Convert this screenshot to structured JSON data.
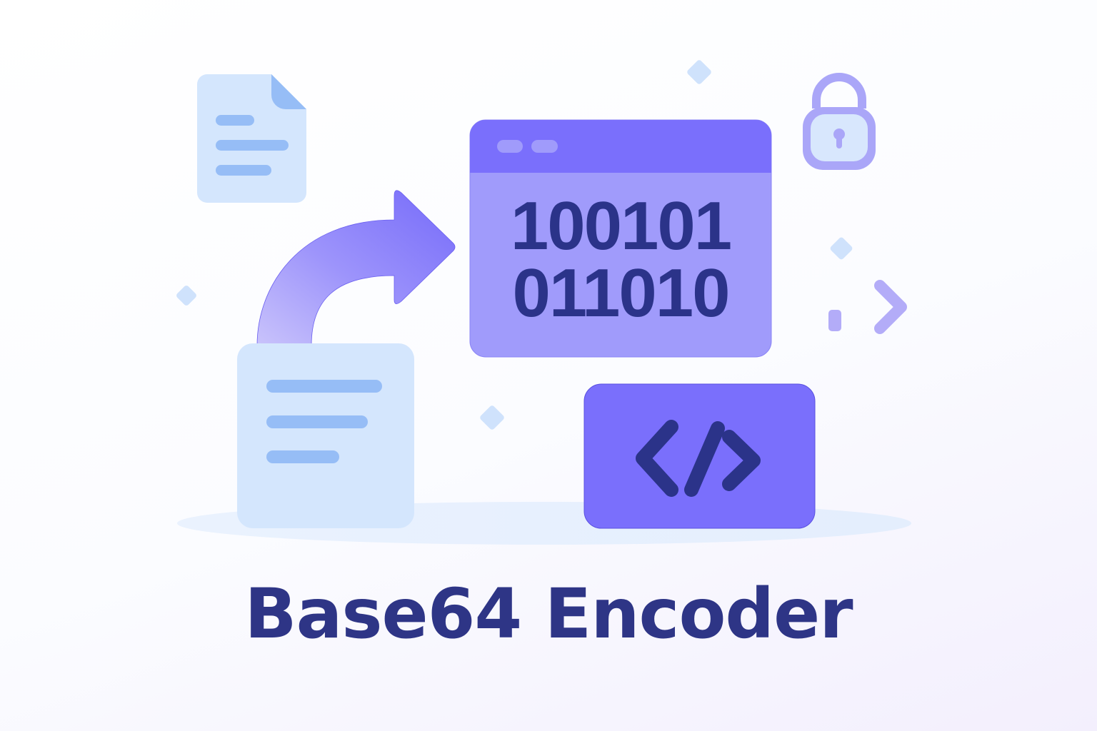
{
  "title": "Base64 Encoder",
  "encoded_window": {
    "lines": [
      "100101",
      "011010"
    ],
    "titlebar_dots": 2
  },
  "icons": [
    "document-icon",
    "curved-arrow-icon",
    "binary-window-icon",
    "lock-icon",
    "code-brackets-icon",
    "chevron-right-icon",
    "sparkle-diamond-icon"
  ],
  "colors": {
    "title": "#2e3586",
    "primary_purple": "#7a6ffc",
    "window_body": "#a09bfb",
    "dark_navy": "#2b3389",
    "doc_fill": "#d4e6fd",
    "doc_lines": "#96bdf6",
    "lock": "#aaa6f8",
    "sparkle": "#cfe2fc"
  }
}
